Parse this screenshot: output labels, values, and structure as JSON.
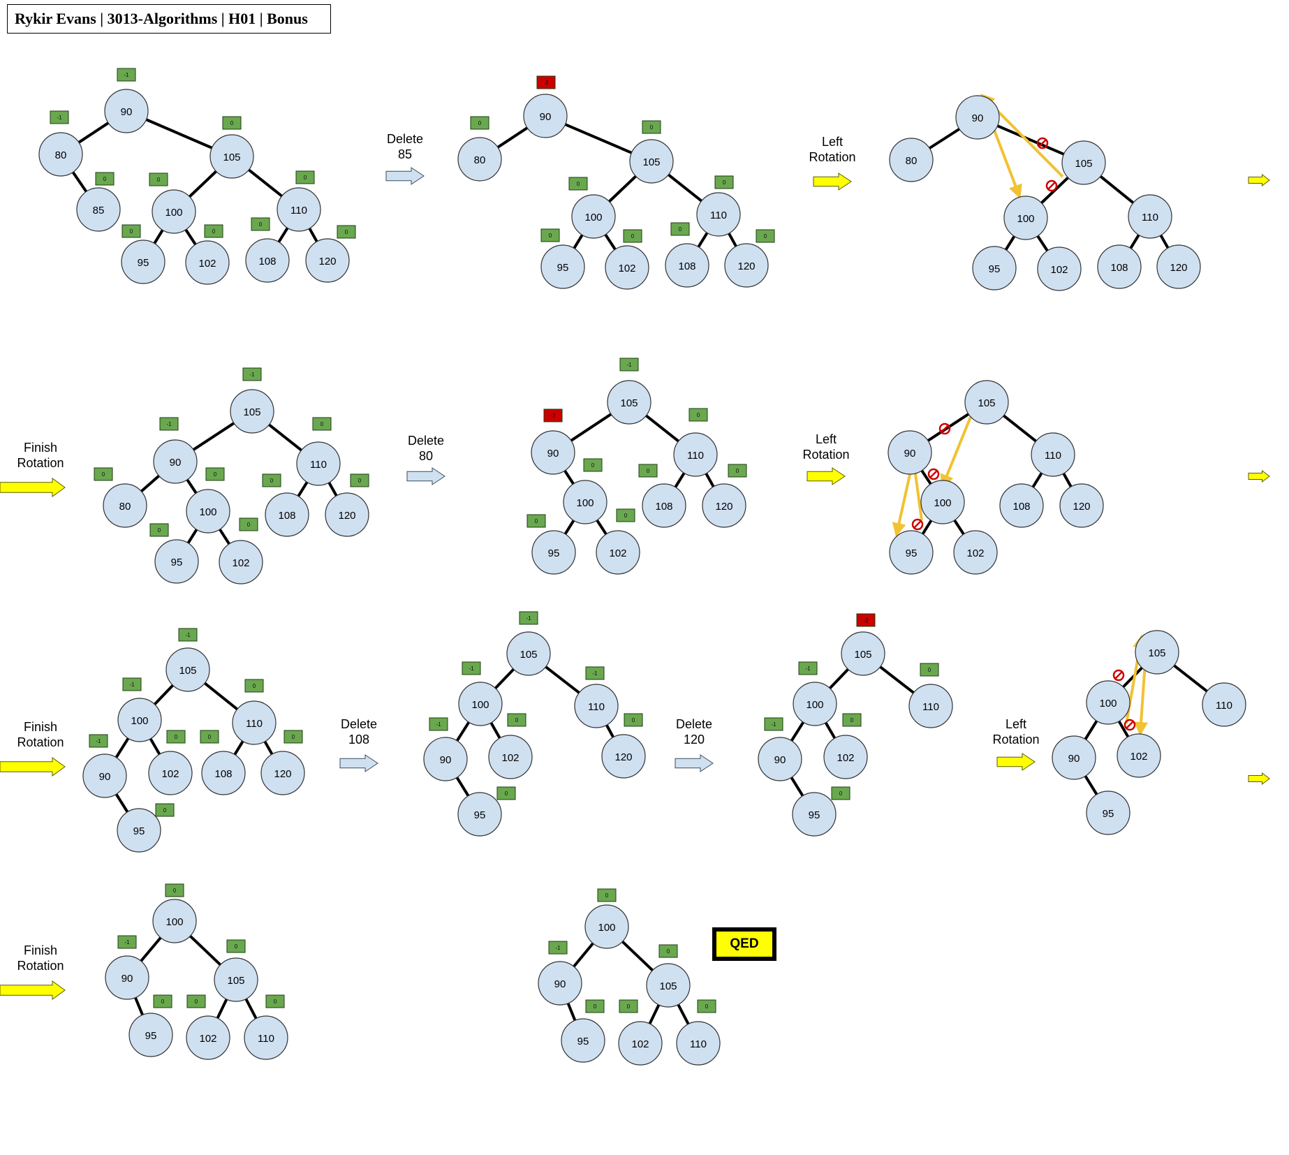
{
  "title": "Rykir Evans | 3013-Algorithms | H01 | Bonus",
  "qed_label": "QED",
  "colors": {
    "node_fill": "#cfe0f1",
    "balance_ok": "#6aa84f",
    "balance_bad": "#cc0000",
    "step_arrow_yellow": "#ffff00",
    "step_arrow_blue": "#cfe0f1",
    "rotation_arrow": "#f1c232",
    "remove_mark": "#cc0000"
  },
  "trees": [
    {
      "id": "t1",
      "nodes": [
        {
          "id": "90",
          "label": "90",
          "bal": "-1",
          "bad": false
        },
        {
          "id": "80",
          "label": "80",
          "bal": "-1",
          "bad": false
        },
        {
          "id": "105",
          "label": "105",
          "bal": "0",
          "bad": false
        },
        {
          "id": "85",
          "label": "85",
          "bal": "0",
          "bad": false
        },
        {
          "id": "100",
          "label": "100",
          "bal": "0",
          "bad": false
        },
        {
          "id": "110",
          "label": "110",
          "bal": "0",
          "bad": false
        },
        {
          "id": "95",
          "label": "95",
          "bal": "0",
          "bad": false
        },
        {
          "id": "102",
          "label": "102",
          "bal": "0",
          "bad": false
        },
        {
          "id": "108",
          "label": "108",
          "bal": "0",
          "bad": false
        },
        {
          "id": "120",
          "label": "120",
          "bal": "0",
          "bad": false
        }
      ],
      "edges": [
        [
          "90",
          "80"
        ],
        [
          "90",
          "105"
        ],
        [
          "80",
          "85"
        ],
        [
          "105",
          "100"
        ],
        [
          "105",
          "110"
        ],
        [
          "100",
          "95"
        ],
        [
          "100",
          "102"
        ],
        [
          "110",
          "108"
        ],
        [
          "110",
          "120"
        ]
      ]
    },
    {
      "id": "t2",
      "nodes": [
        {
          "id": "90",
          "label": "90",
          "bal": "-2",
          "bad": true
        },
        {
          "id": "80",
          "label": "80",
          "bal": "0",
          "bad": false
        },
        {
          "id": "105",
          "label": "105",
          "bal": "0",
          "bad": false
        },
        {
          "id": "100",
          "label": "100",
          "bal": "0",
          "bad": false
        },
        {
          "id": "110",
          "label": "110",
          "bal": "0",
          "bad": false
        },
        {
          "id": "95",
          "label": "95",
          "bal": "0",
          "bad": false
        },
        {
          "id": "102",
          "label": "102",
          "bal": "0",
          "bad": false
        },
        {
          "id": "108",
          "label": "108",
          "bal": "0",
          "bad": false
        },
        {
          "id": "120",
          "label": "120",
          "bal": "0",
          "bad": false
        }
      ],
      "edges": [
        [
          "90",
          "80"
        ],
        [
          "90",
          "105"
        ],
        [
          "105",
          "100"
        ],
        [
          "105",
          "110"
        ],
        [
          "100",
          "95"
        ],
        [
          "100",
          "102"
        ],
        [
          "110",
          "108"
        ],
        [
          "110",
          "120"
        ]
      ]
    },
    {
      "id": "t3",
      "nodes": [
        {
          "id": "90",
          "label": "90"
        },
        {
          "id": "80",
          "label": "80"
        },
        {
          "id": "105",
          "label": "105"
        },
        {
          "id": "100",
          "label": "100"
        },
        {
          "id": "110",
          "label": "110"
        },
        {
          "id": "95",
          "label": "95"
        },
        {
          "id": "102",
          "label": "102"
        },
        {
          "id": "108",
          "label": "108"
        },
        {
          "id": "120",
          "label": "120"
        }
      ],
      "edges": [
        [
          "90",
          "80"
        ],
        [
          "90",
          "105"
        ],
        [
          "105",
          "100"
        ],
        [
          "105",
          "110"
        ],
        [
          "100",
          "95"
        ],
        [
          "100",
          "102"
        ],
        [
          "110",
          "108"
        ],
        [
          "110",
          "120"
        ]
      ]
    },
    {
      "id": "t4",
      "nodes": [
        {
          "id": "105",
          "label": "105",
          "bal": "-1",
          "bad": false
        },
        {
          "id": "90",
          "label": "90",
          "bal": "-1",
          "bad": false
        },
        {
          "id": "110",
          "label": "110",
          "bal": "0",
          "bad": false
        },
        {
          "id": "80",
          "label": "80",
          "bal": "0",
          "bad": false
        },
        {
          "id": "100",
          "label": "100",
          "bal": "0",
          "bad": false
        },
        {
          "id": "108",
          "label": "108",
          "bal": "0",
          "bad": false
        },
        {
          "id": "120",
          "label": "120",
          "bal": "0",
          "bad": false
        },
        {
          "id": "95",
          "label": "95",
          "bal": "0",
          "bad": false
        },
        {
          "id": "102",
          "label": "102",
          "bal": "0",
          "bad": false
        }
      ],
      "edges": [
        [
          "105",
          "90"
        ],
        [
          "105",
          "110"
        ],
        [
          "90",
          "80"
        ],
        [
          "90",
          "100"
        ],
        [
          "110",
          "108"
        ],
        [
          "110",
          "120"
        ],
        [
          "100",
          "95"
        ],
        [
          "100",
          "102"
        ]
      ]
    },
    {
      "id": "t5",
      "nodes": [
        {
          "id": "105",
          "label": "105",
          "bal": "-1",
          "bad": false
        },
        {
          "id": "90",
          "label": "90",
          "bal": "-2",
          "bad": true
        },
        {
          "id": "110",
          "label": "110",
          "bal": "0",
          "bad": false
        },
        {
          "id": "100",
          "label": "100",
          "bal": "0",
          "bad": false
        },
        {
          "id": "108",
          "label": "108",
          "bal": "0",
          "bad": false
        },
        {
          "id": "120",
          "label": "120",
          "bal": "0",
          "bad": false
        },
        {
          "id": "95",
          "label": "95",
          "bal": "0",
          "bad": false
        },
        {
          "id": "102",
          "label": "102",
          "bal": "0",
          "bad": false
        }
      ],
      "edges": [
        [
          "105",
          "90"
        ],
        [
          "105",
          "110"
        ],
        [
          "90",
          "100"
        ],
        [
          "110",
          "108"
        ],
        [
          "110",
          "120"
        ],
        [
          "100",
          "95"
        ],
        [
          "100",
          "102"
        ]
      ]
    },
    {
      "id": "t6",
      "nodes": [
        {
          "id": "105",
          "label": "105"
        },
        {
          "id": "90",
          "label": "90"
        },
        {
          "id": "110",
          "label": "110"
        },
        {
          "id": "100",
          "label": "100"
        },
        {
          "id": "108",
          "label": "108"
        },
        {
          "id": "120",
          "label": "120"
        },
        {
          "id": "95",
          "label": "95"
        },
        {
          "id": "102",
          "label": "102"
        }
      ],
      "edges": [
        [
          "105",
          "90"
        ],
        [
          "105",
          "110"
        ],
        [
          "90",
          "100"
        ],
        [
          "110",
          "108"
        ],
        [
          "110",
          "120"
        ],
        [
          "100",
          "95"
        ],
        [
          "100",
          "102"
        ]
      ]
    },
    {
      "id": "t7",
      "nodes": [
        {
          "id": "105",
          "label": "105",
          "bal": "-1",
          "bad": false
        },
        {
          "id": "100",
          "label": "100",
          "bal": "-1",
          "bad": false
        },
        {
          "id": "110",
          "label": "110",
          "bal": "0",
          "bad": false
        },
        {
          "id": "90",
          "label": "90",
          "bal": "-1",
          "bad": false
        },
        {
          "id": "102",
          "label": "102",
          "bal": "0",
          "bad": false
        },
        {
          "id": "108",
          "label": "108",
          "bal": "0",
          "bad": false
        },
        {
          "id": "120",
          "label": "120",
          "bal": "0",
          "bad": false
        },
        {
          "id": "95",
          "label": "95",
          "bal": "0",
          "bad": false
        }
      ],
      "edges": [
        [
          "105",
          "100"
        ],
        [
          "105",
          "110"
        ],
        [
          "100",
          "90"
        ],
        [
          "100",
          "102"
        ],
        [
          "110",
          "108"
        ],
        [
          "110",
          "120"
        ],
        [
          "90",
          "95"
        ]
      ]
    },
    {
      "id": "t8",
      "nodes": [
        {
          "id": "105",
          "label": "105",
          "bal": "-1",
          "bad": false
        },
        {
          "id": "100",
          "label": "100",
          "bal": "-1",
          "bad": false
        },
        {
          "id": "110",
          "label": "110",
          "bal": "-1",
          "bad": false
        },
        {
          "id": "90",
          "label": "90",
          "bal": "-1",
          "bad": false
        },
        {
          "id": "102",
          "label": "102",
          "bal": "0",
          "bad": false
        },
        {
          "id": "120",
          "label": "120",
          "bal": "0",
          "bad": false
        },
        {
          "id": "95",
          "label": "95",
          "bal": "0",
          "bad": false
        }
      ],
      "edges": [
        [
          "105",
          "100"
        ],
        [
          "105",
          "110"
        ],
        [
          "100",
          "90"
        ],
        [
          "100",
          "102"
        ],
        [
          "110",
          "120"
        ],
        [
          "90",
          "95"
        ]
      ]
    },
    {
      "id": "t9",
      "nodes": [
        {
          "id": "105",
          "label": "105",
          "bal": "-2",
          "bad": true
        },
        {
          "id": "100",
          "label": "100",
          "bal": "-1",
          "bad": false
        },
        {
          "id": "110",
          "label": "110",
          "bal": "0",
          "bad": false
        },
        {
          "id": "90",
          "label": "90",
          "bal": "-1",
          "bad": false
        },
        {
          "id": "102",
          "label": "102",
          "bal": "0",
          "bad": false
        },
        {
          "id": "95",
          "label": "95",
          "bal": "0",
          "bad": false
        }
      ],
      "edges": [
        [
          "105",
          "100"
        ],
        [
          "105",
          "110"
        ],
        [
          "100",
          "90"
        ],
        [
          "100",
          "102"
        ],
        [
          "90",
          "95"
        ]
      ]
    },
    {
      "id": "t10",
      "nodes": [
        {
          "id": "105",
          "label": "105"
        },
        {
          "id": "100",
          "label": "100"
        },
        {
          "id": "110",
          "label": "110"
        },
        {
          "id": "90",
          "label": "90"
        },
        {
          "id": "102",
          "label": "102"
        },
        {
          "id": "95",
          "label": "95"
        }
      ],
      "edges": [
        [
          "105",
          "100"
        ],
        [
          "105",
          "110"
        ],
        [
          "100",
          "90"
        ],
        [
          "100",
          "102"
        ],
        [
          "90",
          "95"
        ]
      ]
    },
    {
      "id": "t11",
      "nodes": [
        {
          "id": "100",
          "label": "100",
          "bal": "0",
          "bad": false
        },
        {
          "id": "90",
          "label": "90",
          "bal": "-1",
          "bad": false
        },
        {
          "id": "105",
          "label": "105",
          "bal": "0",
          "bad": false
        },
        {
          "id": "95",
          "label": "95",
          "bal": "0",
          "bad": false
        },
        {
          "id": "102",
          "label": "102",
          "bal": "0",
          "bad": false
        },
        {
          "id": "110",
          "label": "110",
          "bal": "0",
          "bad": false
        }
      ],
      "edges": [
        [
          "100",
          "90"
        ],
        [
          "100",
          "105"
        ],
        [
          "90",
          "95"
        ],
        [
          "105",
          "102"
        ],
        [
          "105",
          "110"
        ]
      ]
    },
    {
      "id": "t12",
      "nodes": [
        {
          "id": "100",
          "label": "100",
          "bal": "0",
          "bad": false
        },
        {
          "id": "90",
          "label": "90",
          "bal": "-1",
          "bad": false
        },
        {
          "id": "105",
          "label": "105",
          "bal": "0",
          "bad": false
        },
        {
          "id": "95",
          "label": "95",
          "bal": "0",
          "bad": false
        },
        {
          "id": "102",
          "label": "102",
          "bal": "0",
          "bad": false
        },
        {
          "id": "110",
          "label": "110",
          "bal": "0",
          "bad": false
        }
      ],
      "edges": [
        [
          "100",
          "90"
        ],
        [
          "100",
          "105"
        ],
        [
          "90",
          "95"
        ],
        [
          "105",
          "102"
        ],
        [
          "105",
          "110"
        ]
      ]
    }
  ],
  "steps": [
    {
      "id": "s1",
      "lines": [
        "Delete",
        "85"
      ],
      "style": "blue"
    },
    {
      "id": "s2",
      "lines": [
        "Left",
        "Rotation"
      ],
      "style": "yellow"
    },
    {
      "id": "s3",
      "lines": [
        "Finish",
        "Rotation"
      ],
      "style": "yellow"
    },
    {
      "id": "s4",
      "lines": [
        "Delete",
        "80"
      ],
      "style": "blue"
    },
    {
      "id": "s5",
      "lines": [
        "Left",
        "Rotation"
      ],
      "style": "yellow"
    },
    {
      "id": "s6",
      "lines": [
        "Finish",
        "Rotation"
      ],
      "style": "yellow"
    },
    {
      "id": "s7",
      "lines": [
        "Delete",
        "108"
      ],
      "style": "blue"
    },
    {
      "id": "s8",
      "lines": [
        "Delete",
        "120"
      ],
      "style": "blue"
    },
    {
      "id": "s9",
      "lines": [
        "Left",
        "Rotation"
      ],
      "style": "yellow"
    },
    {
      "id": "s10",
      "lines": [
        "Finish",
        "Rotation"
      ],
      "style": "yellow"
    },
    {
      "id": "e1",
      "lines": [],
      "style": "yellow"
    },
    {
      "id": "e2",
      "lines": [],
      "style": "yellow"
    },
    {
      "id": "e3",
      "lines": [],
      "style": "yellow"
    }
  ]
}
